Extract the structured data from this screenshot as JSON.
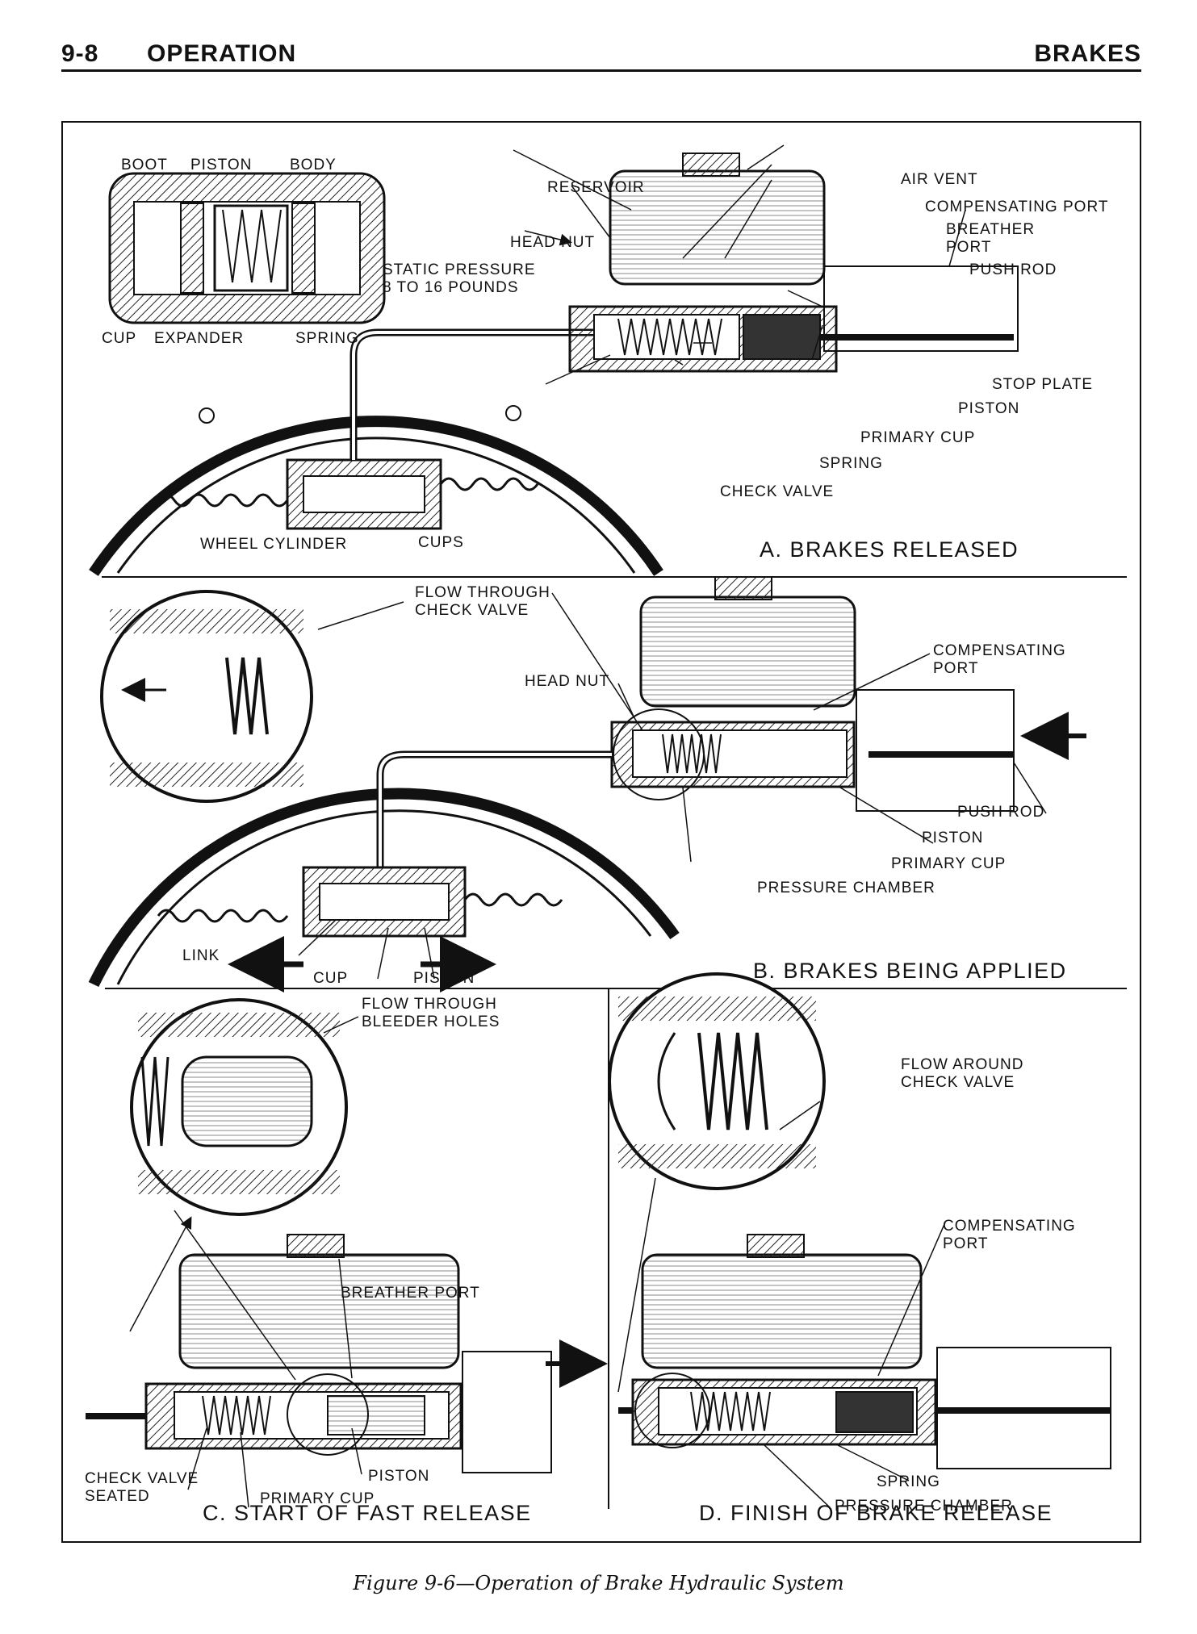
{
  "header": {
    "page_number": "9-8",
    "section": "OPERATION",
    "chapter": "BRAKES"
  },
  "panel_a": {
    "title": "A. BRAKES RELEASED",
    "labels": {
      "boot": "BOOT",
      "piston": "PISTON",
      "body": "BODY",
      "cup": "CUP",
      "expander": "EXPANDER",
      "spring": "SPRING",
      "static_pressure_1": "STATIC PRESSURE",
      "static_pressure_2": "8 TO 16 POUNDS",
      "reservoir": "RESERVOIR",
      "head_nut": "HEAD NUT",
      "air_vent": "AIR VENT",
      "compensating_port": "COMPENSATING PORT",
      "breather_port_1": "BREATHER",
      "breather_port_2": "PORT",
      "push_rod": "PUSH ROD",
      "stop_plate": "STOP PLATE",
      "piston_mc": "PISTON",
      "primary_cup": "PRIMARY CUP",
      "spring_mc": "SPRING",
      "check_valve": "CHECK VALVE",
      "wheel_cylinder": "WHEEL CYLINDER",
      "cups": "CUPS"
    }
  },
  "panel_b": {
    "title": "B. BRAKES BEING APPLIED",
    "labels": {
      "flow_check_1": "FLOW THROUGH",
      "flow_check_2": "CHECK VALVE",
      "head_nut": "HEAD NUT",
      "compensating_1": "COMPENSATING",
      "compensating_2": "PORT",
      "push_rod": "PUSH ROD",
      "piston": "PISTON",
      "primary_cup": "PRIMARY CUP",
      "pressure_chamber": "PRESSURE CHAMBER",
      "link": "LINK",
      "cup": "CUP",
      "piston_wc": "PISTON"
    }
  },
  "panel_c": {
    "title": "C. START OF FAST RELEASE",
    "labels": {
      "flow_bleeder_1": "FLOW THROUGH",
      "flow_bleeder_2": "BLEEDER HOLES",
      "breather_port": "BREATHER PORT",
      "check_seated_1": "CHECK VALVE",
      "check_seated_2": "SEATED",
      "piston": "PISTON",
      "primary_cup": "PRIMARY CUP"
    }
  },
  "panel_d": {
    "title": "D. FINISH OF BRAKE RELEASE",
    "labels": {
      "flow_around_1": "FLOW AROUND",
      "flow_around_2": "CHECK VALVE",
      "compensating_1": "COMPENSATING",
      "compensating_2": "PORT",
      "spring": "SPRING",
      "pressure_chamber": "PRESSURE CHAMBER"
    }
  },
  "caption": "Figure 9-6—Operation of Brake Hydraulic System"
}
